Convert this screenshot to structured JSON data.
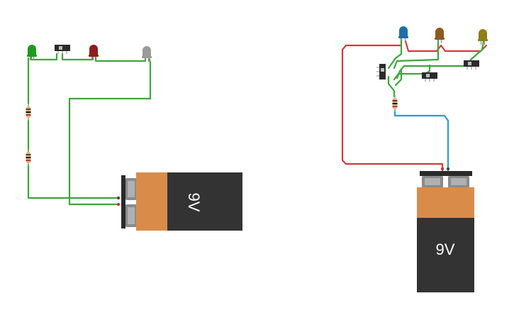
{
  "colors": {
    "wire_green": "#3ca63c",
    "wire_red": "#d23b3b",
    "wire_blue": "#2f9bd6",
    "battery_body": "#333333",
    "battery_top": "#d98c4a",
    "led_green": "#1f9a1f",
    "led_red": "#8e1c1c",
    "led_gray": "#9a9a9a",
    "led_blue": "#1f6fa8",
    "led_brown": "#8a5a1e",
    "led_olive": "#8f7f17"
  },
  "circuits": [
    {
      "battery_label": "9V",
      "battery_orientation": "horizontal",
      "components": [
        "led-green",
        "slide-switch",
        "led-red",
        "led-gray",
        "resistor",
        "resistor"
      ]
    },
    {
      "battery_label": "9V",
      "battery_orientation": "vertical",
      "components": [
        "led-blue",
        "led-brown",
        "led-olive",
        "slide-switch",
        "slide-switch",
        "slide-switch",
        "resistor"
      ]
    }
  ]
}
